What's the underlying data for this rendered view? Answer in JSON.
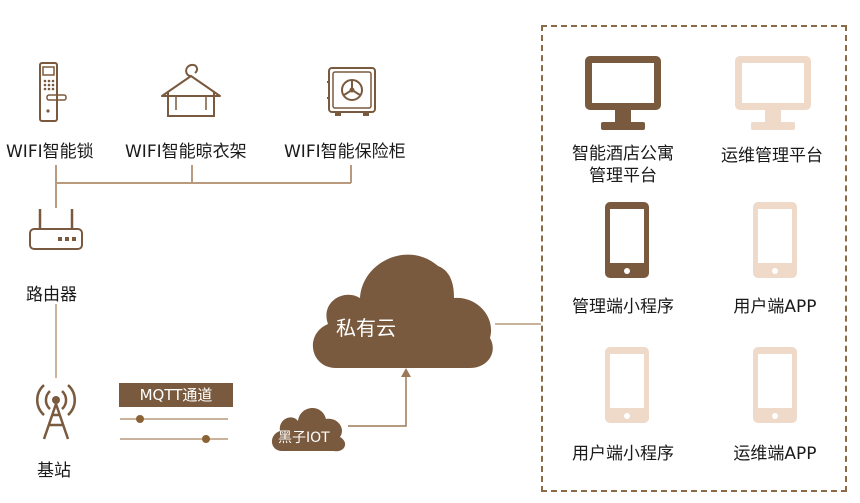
{
  "devices": {
    "lock_label": "WIFI智能锁",
    "rack_label": "WIFI智能晾衣架",
    "safe_label": "WIFI智能保险柜"
  },
  "router_label": "路由器",
  "base_station_label": "基站",
  "mqtt_label": "MQTT通道",
  "iot_cloud_label": "黑子IOT",
  "private_cloud_label": "私有云",
  "platforms": {
    "hotel_platform_label_line1": "智能酒店公寓",
    "hotel_platform_label_line2": "管理平台",
    "ops_platform_label": "运维管理平台",
    "admin_miniprogram_label": "管理端小程序",
    "user_app_label": "用户端APP",
    "user_miniprogram_label": "用户端小程序",
    "ops_app_label": "运维端APP"
  },
  "colors": {
    "brown_dark": "#7a5a3e",
    "brown_line": "#b99a7c",
    "beige": "#efd9c8",
    "panel_border": "#8a6a47"
  }
}
